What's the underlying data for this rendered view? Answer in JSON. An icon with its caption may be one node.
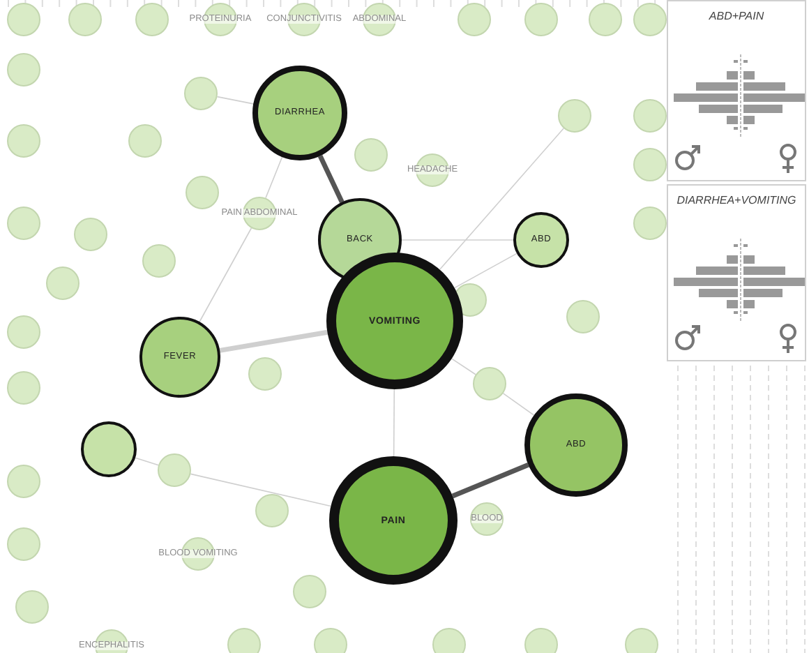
{
  "diagram": {
    "nodes": [
      {
        "text": [
          "DIARRHEA"
        ]
      },
      {
        "text": [
          "BACK"
        ]
      },
      {
        "text": [
          "ABD"
        ]
      },
      {
        "text": [
          "FEVER"
        ]
      },
      {
        "text": [
          "VOMITING"
        ]
      },
      {
        "text": [],
        "shape": "circle"
      },
      {
        "text": [
          "ABD"
        ]
      },
      {
        "text": [
          "PAIN"
        ]
      },
      {
        "text": [],
        "shape": "circle"
      },
      {
        "text": [],
        "shape": "circle"
      },
      {
        "text": [],
        "shape": "circle"
      },
      {
        "text": [
          "PROTEINURIA"
        ]
      },
      {
        "text": [
          "CONJUNCTIVITIS"
        ]
      },
      {
        "text": [
          "ABDOMINAL"
        ]
      },
      {
        "text": [],
        "shape": "circle"
      },
      {
        "text": [],
        "shape": "circle"
      },
      {
        "text": [],
        "shape": "circle"
      },
      {
        "text": [],
        "shape": "circle"
      },
      {
        "text": [],
        "shape": "circle"
      },
      {
        "text": [],
        "shape": "circle"
      },
      {
        "text": [],
        "shape": "circle"
      },
      {
        "text": [],
        "shape": "circle"
      },
      {
        "text": [],
        "shape": "circle"
      },
      {
        "text": [
          "PAIN ABDOMINAL"
        ]
      },
      {
        "text": [],
        "shape": "circle"
      },
      {
        "text": [
          "HEADACHE"
        ]
      },
      {
        "text": [],
        "shape": "circle"
      },
      {
        "text": [],
        "shape": "circle"
      },
      {
        "text": [],
        "shape": "circle"
      },
      {
        "text": [],
        "shape": "circle"
      },
      {
        "text": [],
        "shape": "circle"
      },
      {
        "text": [],
        "shape": "circle"
      },
      {
        "text": [],
        "shape": "circle"
      },
      {
        "text": [],
        "shape": "circle"
      },
      {
        "text": [],
        "shape": "circle"
      },
      {
        "text": [],
        "shape": "circle"
      },
      {
        "text": [],
        "shape": "circle"
      },
      {
        "text": [],
        "shape": "circle"
      },
      {
        "text": [],
        "shape": "circle"
      },
      {
        "text": [],
        "shape": "circle"
      },
      {
        "text": [],
        "shape": "circle"
      },
      {
        "text": [],
        "shape": "circle"
      },
      {
        "text": [],
        "shape": "circle"
      },
      {
        "text": [
          "BLOOD"
        ]
      },
      {
        "text": [],
        "shape": "circle"
      },
      {
        "text": [
          "BLOOD VOMITING"
        ]
      },
      {
        "text": [],
        "shape": "circle"
      },
      {
        "text": [],
        "shape": "circle"
      },
      {
        "text": [
          "ENCEPHALITIS"
        ]
      },
      {
        "text": [],
        "shape": "circle"
      },
      {
        "text": [],
        "shape": "circle"
      },
      {
        "text": [],
        "shape": "circle"
      },
      {
        "text": [],
        "shape": "circle"
      },
      {
        "text": [],
        "shape": "circle"
      },
      {
        "text": [
          "ABD+PAIN"
        ]
      },
      {
        "text": [
          "DIARRHEA+VOMITING"
        ]
      }
    ],
    "edges": [
      {
        "from": 0,
        "to": 1,
        "arrow": "none",
        "style": "thick",
        "color": "#555555"
      },
      {
        "from": 7,
        "to": 6,
        "arrow": "none",
        "style": "thick",
        "color": "#555555"
      },
      {
        "from": 3,
        "to": 4,
        "arrow": "none",
        "style": "thick"
      },
      {
        "from": 3,
        "to": 23,
        "arrow": "none"
      },
      {
        "from": 23,
        "to": 0,
        "arrow": "none"
      },
      {
        "from": 4,
        "to": 7,
        "arrow": "none"
      },
      {
        "from": 4,
        "to": 2,
        "arrow": "none"
      },
      {
        "from": 1,
        "to": 2,
        "arrow": "none"
      },
      {
        "from": 5,
        "to": 40,
        "arrow": "none"
      },
      {
        "from": 40,
        "to": 7,
        "arrow": "none"
      },
      {
        "from": 4,
        "to": 39,
        "arrow": "none"
      },
      {
        "from": 39,
        "to": 6,
        "arrow": "none"
      },
      {
        "from": 19,
        "to": 0,
        "arrow": "none"
      },
      {
        "from": 26,
        "to": 4,
        "arrow": "none"
      }
    ]
  }
}
